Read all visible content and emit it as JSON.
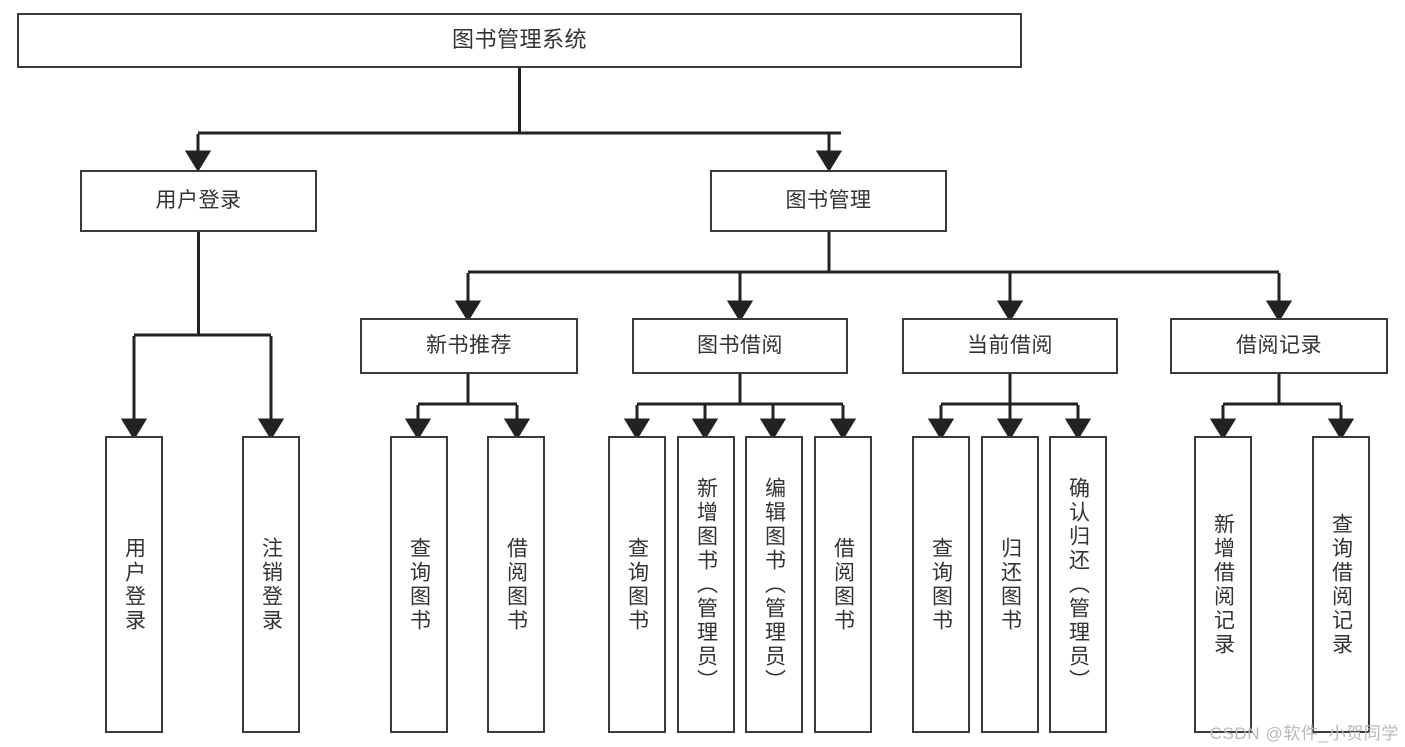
{
  "diagram": {
    "title": "图书管理系统",
    "type": "tree-hierarchy-chart",
    "watermark": "CSDN @软件_小贺同学",
    "colors": {
      "background": "#ffffff",
      "box_border": "#3a3a3a",
      "connector": "#222222",
      "text": "#333333",
      "watermark": "#b9b9b9"
    },
    "nodes": {
      "root": {
        "label": "图书管理系统"
      },
      "level1": [
        {
          "label": "用户登录"
        },
        {
          "label": "图书管理"
        }
      ],
      "level2": [
        {
          "label": "新书推荐"
        },
        {
          "label": "图书借阅"
        },
        {
          "label": "当前借阅"
        },
        {
          "label": "借阅记录"
        }
      ],
      "leaves": {
        "user_login": [
          {
            "label": "用户登录"
          },
          {
            "label": "注销登录"
          }
        ],
        "new_book_recommend": [
          {
            "label": "查询图书"
          },
          {
            "label": "借阅图书"
          }
        ],
        "book_borrow": [
          {
            "label": "查询图书"
          },
          {
            "label": "新增图书（管理员）"
          },
          {
            "label": "编辑图书（管理员）"
          },
          {
            "label": "借阅图书"
          }
        ],
        "current_borrow": [
          {
            "label": "查询图书"
          },
          {
            "label": "归还图书"
          },
          {
            "label": "确认归还（管理员）"
          }
        ],
        "borrow_record": [
          {
            "label": "新增借阅记录"
          },
          {
            "label": "查询借阅记录"
          }
        ]
      }
    }
  }
}
